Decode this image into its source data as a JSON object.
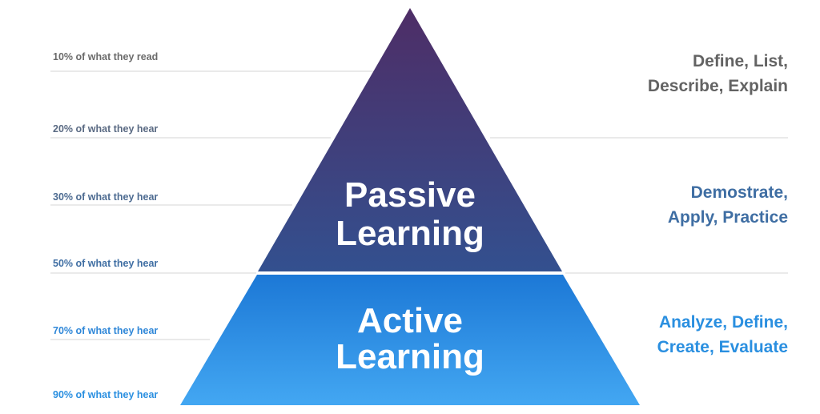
{
  "levels": [
    {
      "label": "10% of what they read",
      "color": "#6b6b6b"
    },
    {
      "label": "20% of what they hear",
      "color": "#5a6a83"
    },
    {
      "label": "30% of what they hear",
      "color": "#4d6b91"
    },
    {
      "label": "50% of what they hear",
      "color": "#3f6ea3"
    },
    {
      "label": "70% of what they hear",
      "color": "#2f87d8"
    },
    {
      "label": "90% of what they hear",
      "color": "#2a8fe0"
    }
  ],
  "pyramid": {
    "passive": {
      "line1": "Passive",
      "line2": "Learning",
      "color_top": "#4e2d66",
      "color_bottom": "#33508f"
    },
    "active": {
      "line1": "Active",
      "line2": "Learning",
      "color_top": "#1c78d6",
      "color_bottom": "#43a7f2"
    }
  },
  "verbs": [
    {
      "line1": "Define, List,",
      "line2": "Describe, Explain",
      "color": "#636363"
    },
    {
      "line1": "Demostrate,",
      "line2": "Apply, Practice",
      "color": "#3f6ea3"
    },
    {
      "line1": "Analyze, Define,",
      "line2": "Create, Evaluate",
      "color": "#2a8fe0"
    }
  ]
}
